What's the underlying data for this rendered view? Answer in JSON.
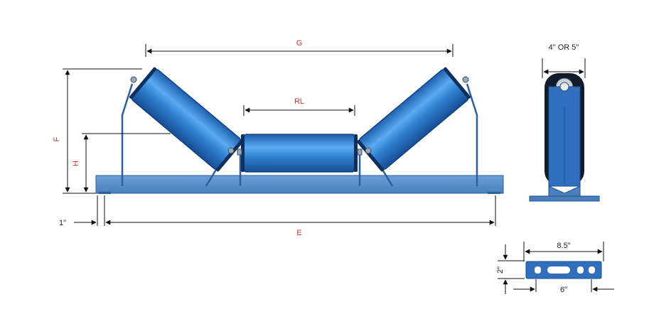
{
  "labels": {
    "G": "G",
    "RL": "RL",
    "F": "F",
    "H": "H",
    "E": "E",
    "one_inch": "1\"",
    "side_width": "4\" OR 5\"",
    "base_width": "8.5\"",
    "base_height": "2\"",
    "base_slot": "6\""
  },
  "colors": {
    "roller": "#2a73c4",
    "roller_highlight": "#6bb6f0",
    "frame": "#4d86c6",
    "frame_dark": "#2b5f9e",
    "dimension_label": "#d32f2f",
    "dimension_line": "#111111"
  }
}
